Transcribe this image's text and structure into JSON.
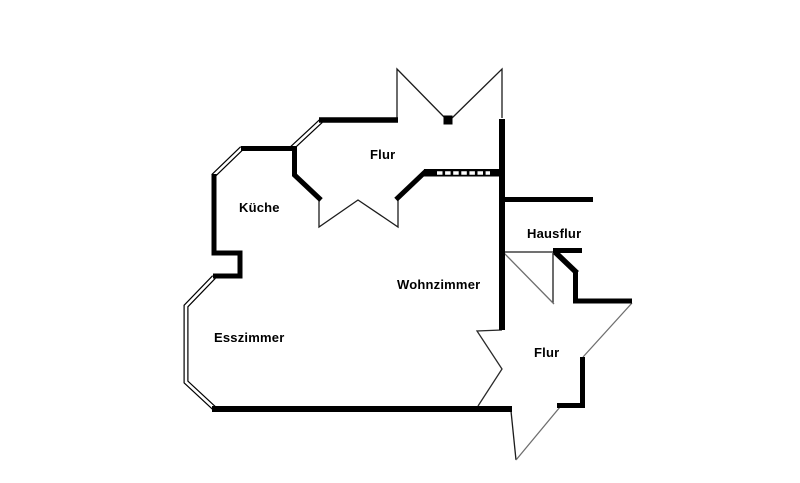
{
  "page": {
    "background_color": "#ffffff",
    "line_color": "#000000",
    "thin_line_color": "#222222",
    "gray_line_color": "#6e6e6e"
  },
  "floorplan": {
    "type": "apartment-floor-plan",
    "rooms": [
      {
        "id": "flur-top",
        "label": "Flur"
      },
      {
        "id": "kueche",
        "label": "Küche"
      },
      {
        "id": "hausflur",
        "label": "Hausflur"
      },
      {
        "id": "wohnzimmer",
        "label": "Wohnzimmer"
      },
      {
        "id": "esszimmer",
        "label": "Esszimmer"
      },
      {
        "id": "flur-bottom",
        "label": "Flur"
      }
    ],
    "symbols": [
      {
        "id": "window-marker",
        "meaning": "double parallel thin lines = window"
      },
      {
        "id": "door-swing-marker",
        "meaning": "thin triangle polylines = door swing"
      },
      {
        "id": "hatched-bar-marker",
        "meaning": "black bar with white dashes = glazed partition"
      }
    ]
  }
}
